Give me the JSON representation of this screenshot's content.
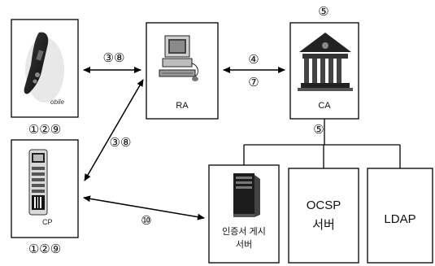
{
  "nodes": {
    "mobile": {
      "icon_text": "obile",
      "steps": "①②⑨"
    },
    "cp": {
      "icon_text": "CP",
      "steps": "①②⑨"
    },
    "ra": {
      "label": "RA"
    },
    "ca": {
      "label": "CA",
      "step_top": "⑤"
    },
    "cert_server": {
      "label_line1": "인증서 게시",
      "label_line2": "서버"
    },
    "ocsp_server": {
      "label_line1": "OCSP",
      "label_line2": "서버"
    },
    "ldap": {
      "label": "LDAP"
    }
  },
  "edges": {
    "mobile_ra": "③⑧",
    "ra_ca_top": "④",
    "ra_ca_bottom": "⑦",
    "cp_ra": "③⑧",
    "ca_servers": "⑤",
    "cp_cert_server": "⑩"
  }
}
